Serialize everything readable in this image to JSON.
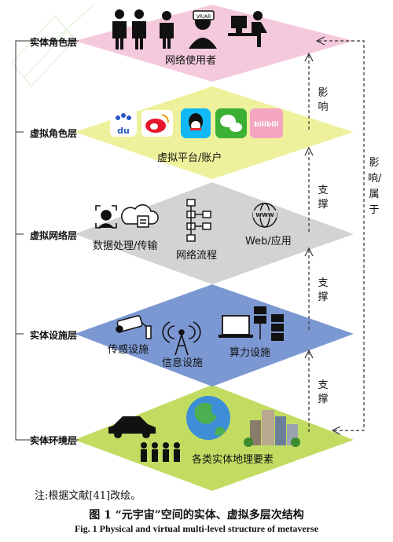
{
  "layers": {
    "physical_role": "实体角色层",
    "virtual_role": "虚拟角色层",
    "virtual_network": "虚拟网络层",
    "physical_facility": "实体设施层",
    "physical_environment": "实体环境层"
  },
  "captions": {
    "network_users": "网络使用者",
    "virtual_platform": "虚拟平台/账户",
    "data_processing": "数据处理/传输",
    "network_flow": "网络流程",
    "web_app": "Web/应用",
    "sensing": "传感设施",
    "information": "信息设施",
    "computing": "算力设施",
    "geo_elements": "各类实体地理要素"
  },
  "platform_logos": {
    "baidu": "du",
    "bilibili": "bilibili",
    "vr": "VR/AR",
    "www": "WWW"
  },
  "arrows": {
    "influence": "影响",
    "support1": "支撑",
    "support2": "支撑",
    "support3": "支撑",
    "influence_belong": "影响/属于"
  },
  "note": "注:根据文献[41]改绘。",
  "figure_caption_cn": "图 1 “元宇宙”空间的实体、虚拟多层次结构",
  "figure_caption_en": "Fig. 1 Physical and virtual multi-level structure of metaverse",
  "colors": {
    "physical_role": "#f4c9dc",
    "virtual_role": "#eef19b",
    "virtual_network": "#cfcfcf",
    "physical_facility": "#7c98d3",
    "physical_environment": "#c2dc62"
  }
}
